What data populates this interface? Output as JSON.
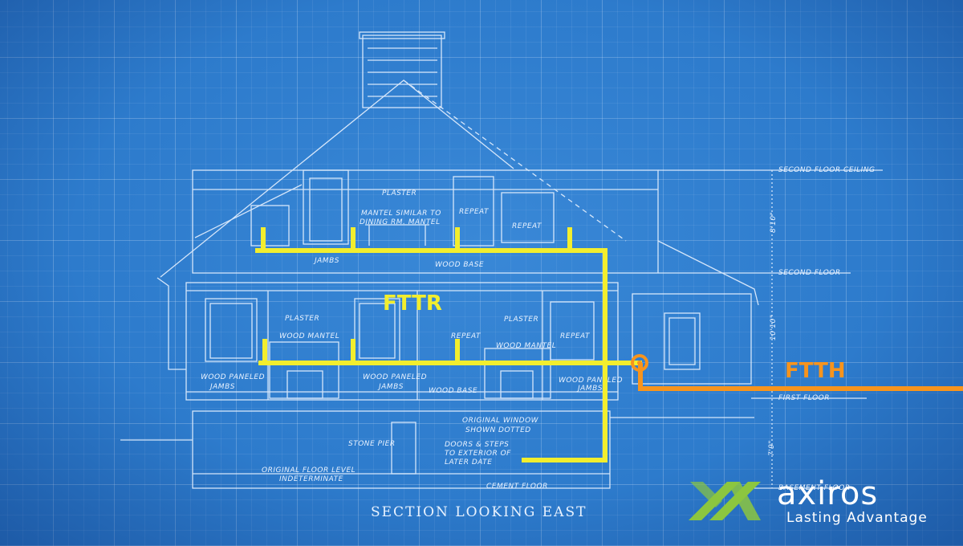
{
  "labels": {
    "fttr": "FTTR",
    "ftth": "FTTH",
    "section_title": "SECTION LOOKING EAST"
  },
  "annotations": {
    "second_floor_ceiling": "SECOND FLOOR CEILING",
    "second_floor": "SECOND FLOOR",
    "first_floor": "FIRST FLOOR",
    "basement_floor": "BASEMENT FLOOR",
    "plaster_top": "PLASTER",
    "mantel_similar": "MANTEL SIMILAR TO",
    "dining_rm_mantel": "DINING RM. MANTEL",
    "repeat_top": "REPEAT",
    "repeat_right_top": "REPEAT",
    "jambs_top": "JAMBS",
    "wood_base_top": "WOOD BASE",
    "plaster_mid_left": "PLASTER",
    "wood_mantel_left": "WOOD MANTEL",
    "repeat_mid": "REPEAT",
    "plaster_mid_right": "PLASTER",
    "wood_mantel_right": "WOOD MANTEL",
    "repeat_mid_right": "REPEAT",
    "wood_paneled_1": "WOOD PANELED",
    "jambs_1": "JAMBS",
    "wood_paneled_2": "WOOD PANELED",
    "jambs_2": "JAMBS",
    "wood_base_mid": "WOOD BASE",
    "wood_paneled_3": "WOOD PANELED",
    "jambs_3": "JAMBS",
    "original_window": "ORIGINAL WINDOW",
    "shown_dotted": "SHOWN DOTTED",
    "stone_pier": "STONE PIER",
    "doors_steps": "DOORS & STEPS",
    "to_exterior": "TO EXTERIOR OF",
    "later_date": "LATER DATE",
    "original_floor_level": "ORIGINAL FLOOR LEVEL",
    "indeterminate": "INDETERMINATE",
    "cement_floor": "CEMENT FLOOR",
    "dim_upper": "8'10\"",
    "dim_mid": "10'10\"",
    "dim_low": "7'9\""
  },
  "logo": {
    "brand": "axiros",
    "tagline": "Lasting Advantage"
  },
  "colors": {
    "background": "#2d7bcc",
    "fttr_line": "#f2ee2e",
    "ftth_line": "#f7941d",
    "logo_mark": "#8cc63f",
    "drawing_line": "#e8f2ff"
  }
}
